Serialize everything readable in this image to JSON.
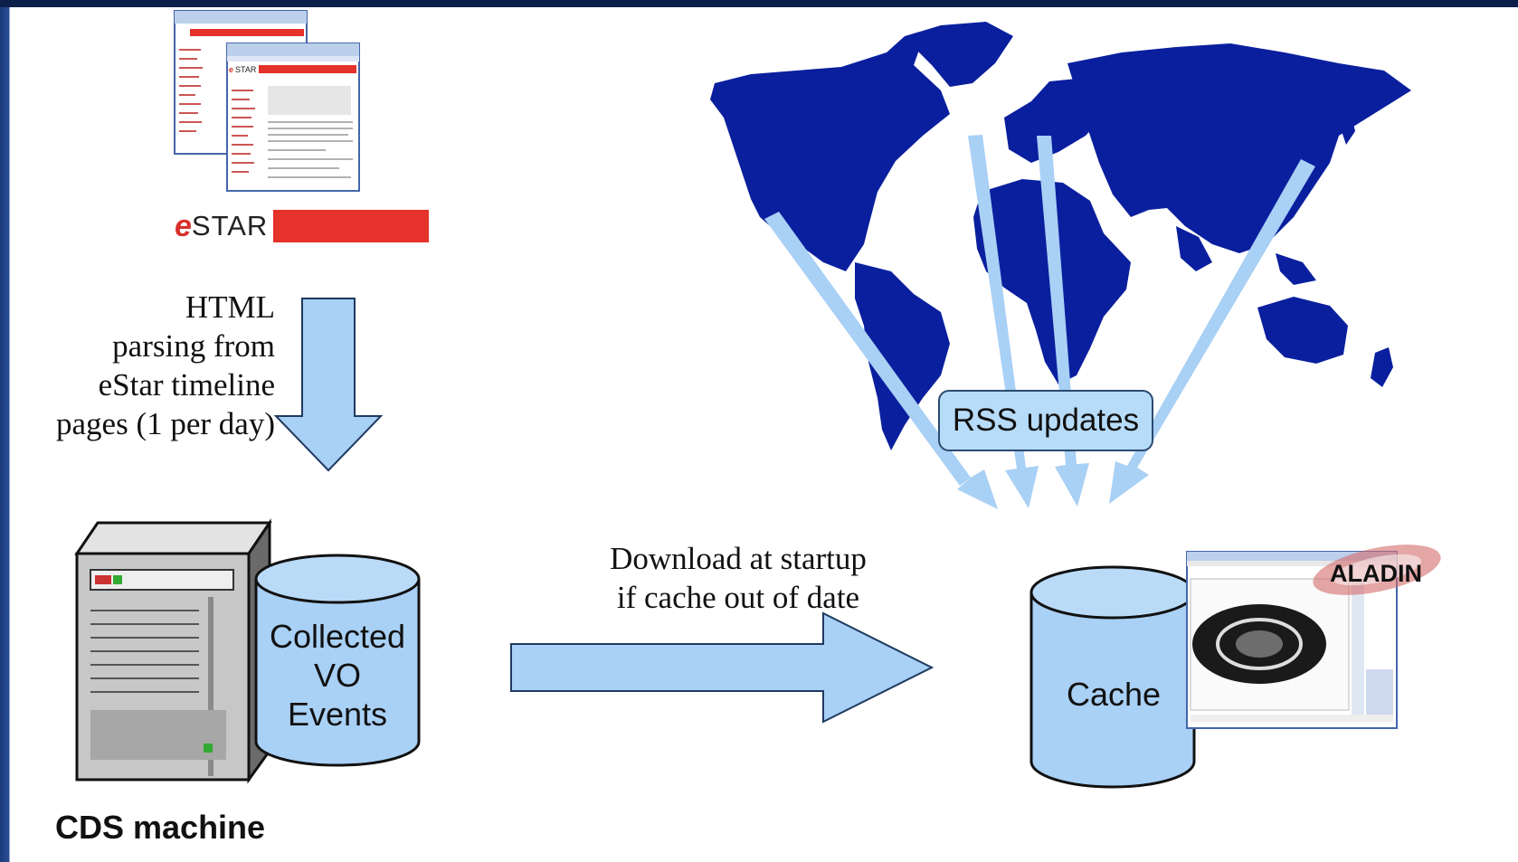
{
  "estar_logo": {
    "prefix": "e",
    "name": "STAR"
  },
  "html_note": {
    "lines": [
      "HTML",
      "parsing from",
      "eStar timeline",
      "pages (1 per day)"
    ]
  },
  "database": {
    "lines": [
      "Collected",
      "VO",
      "Events"
    ]
  },
  "server_label": "CDS machine",
  "download_note": {
    "lines": [
      "Download at startup",
      "if cache out of date"
    ]
  },
  "rss_label": "RSS updates",
  "cache_label": "Cache",
  "aladin_logo": "ALADIN",
  "colors": {
    "arrow_fill": "#a9d0f5",
    "arrow_stroke": "#1f3a5f",
    "map": "#0a1f9e",
    "estar_red": "#e5322a",
    "background_edge": "#1a3a7a"
  }
}
